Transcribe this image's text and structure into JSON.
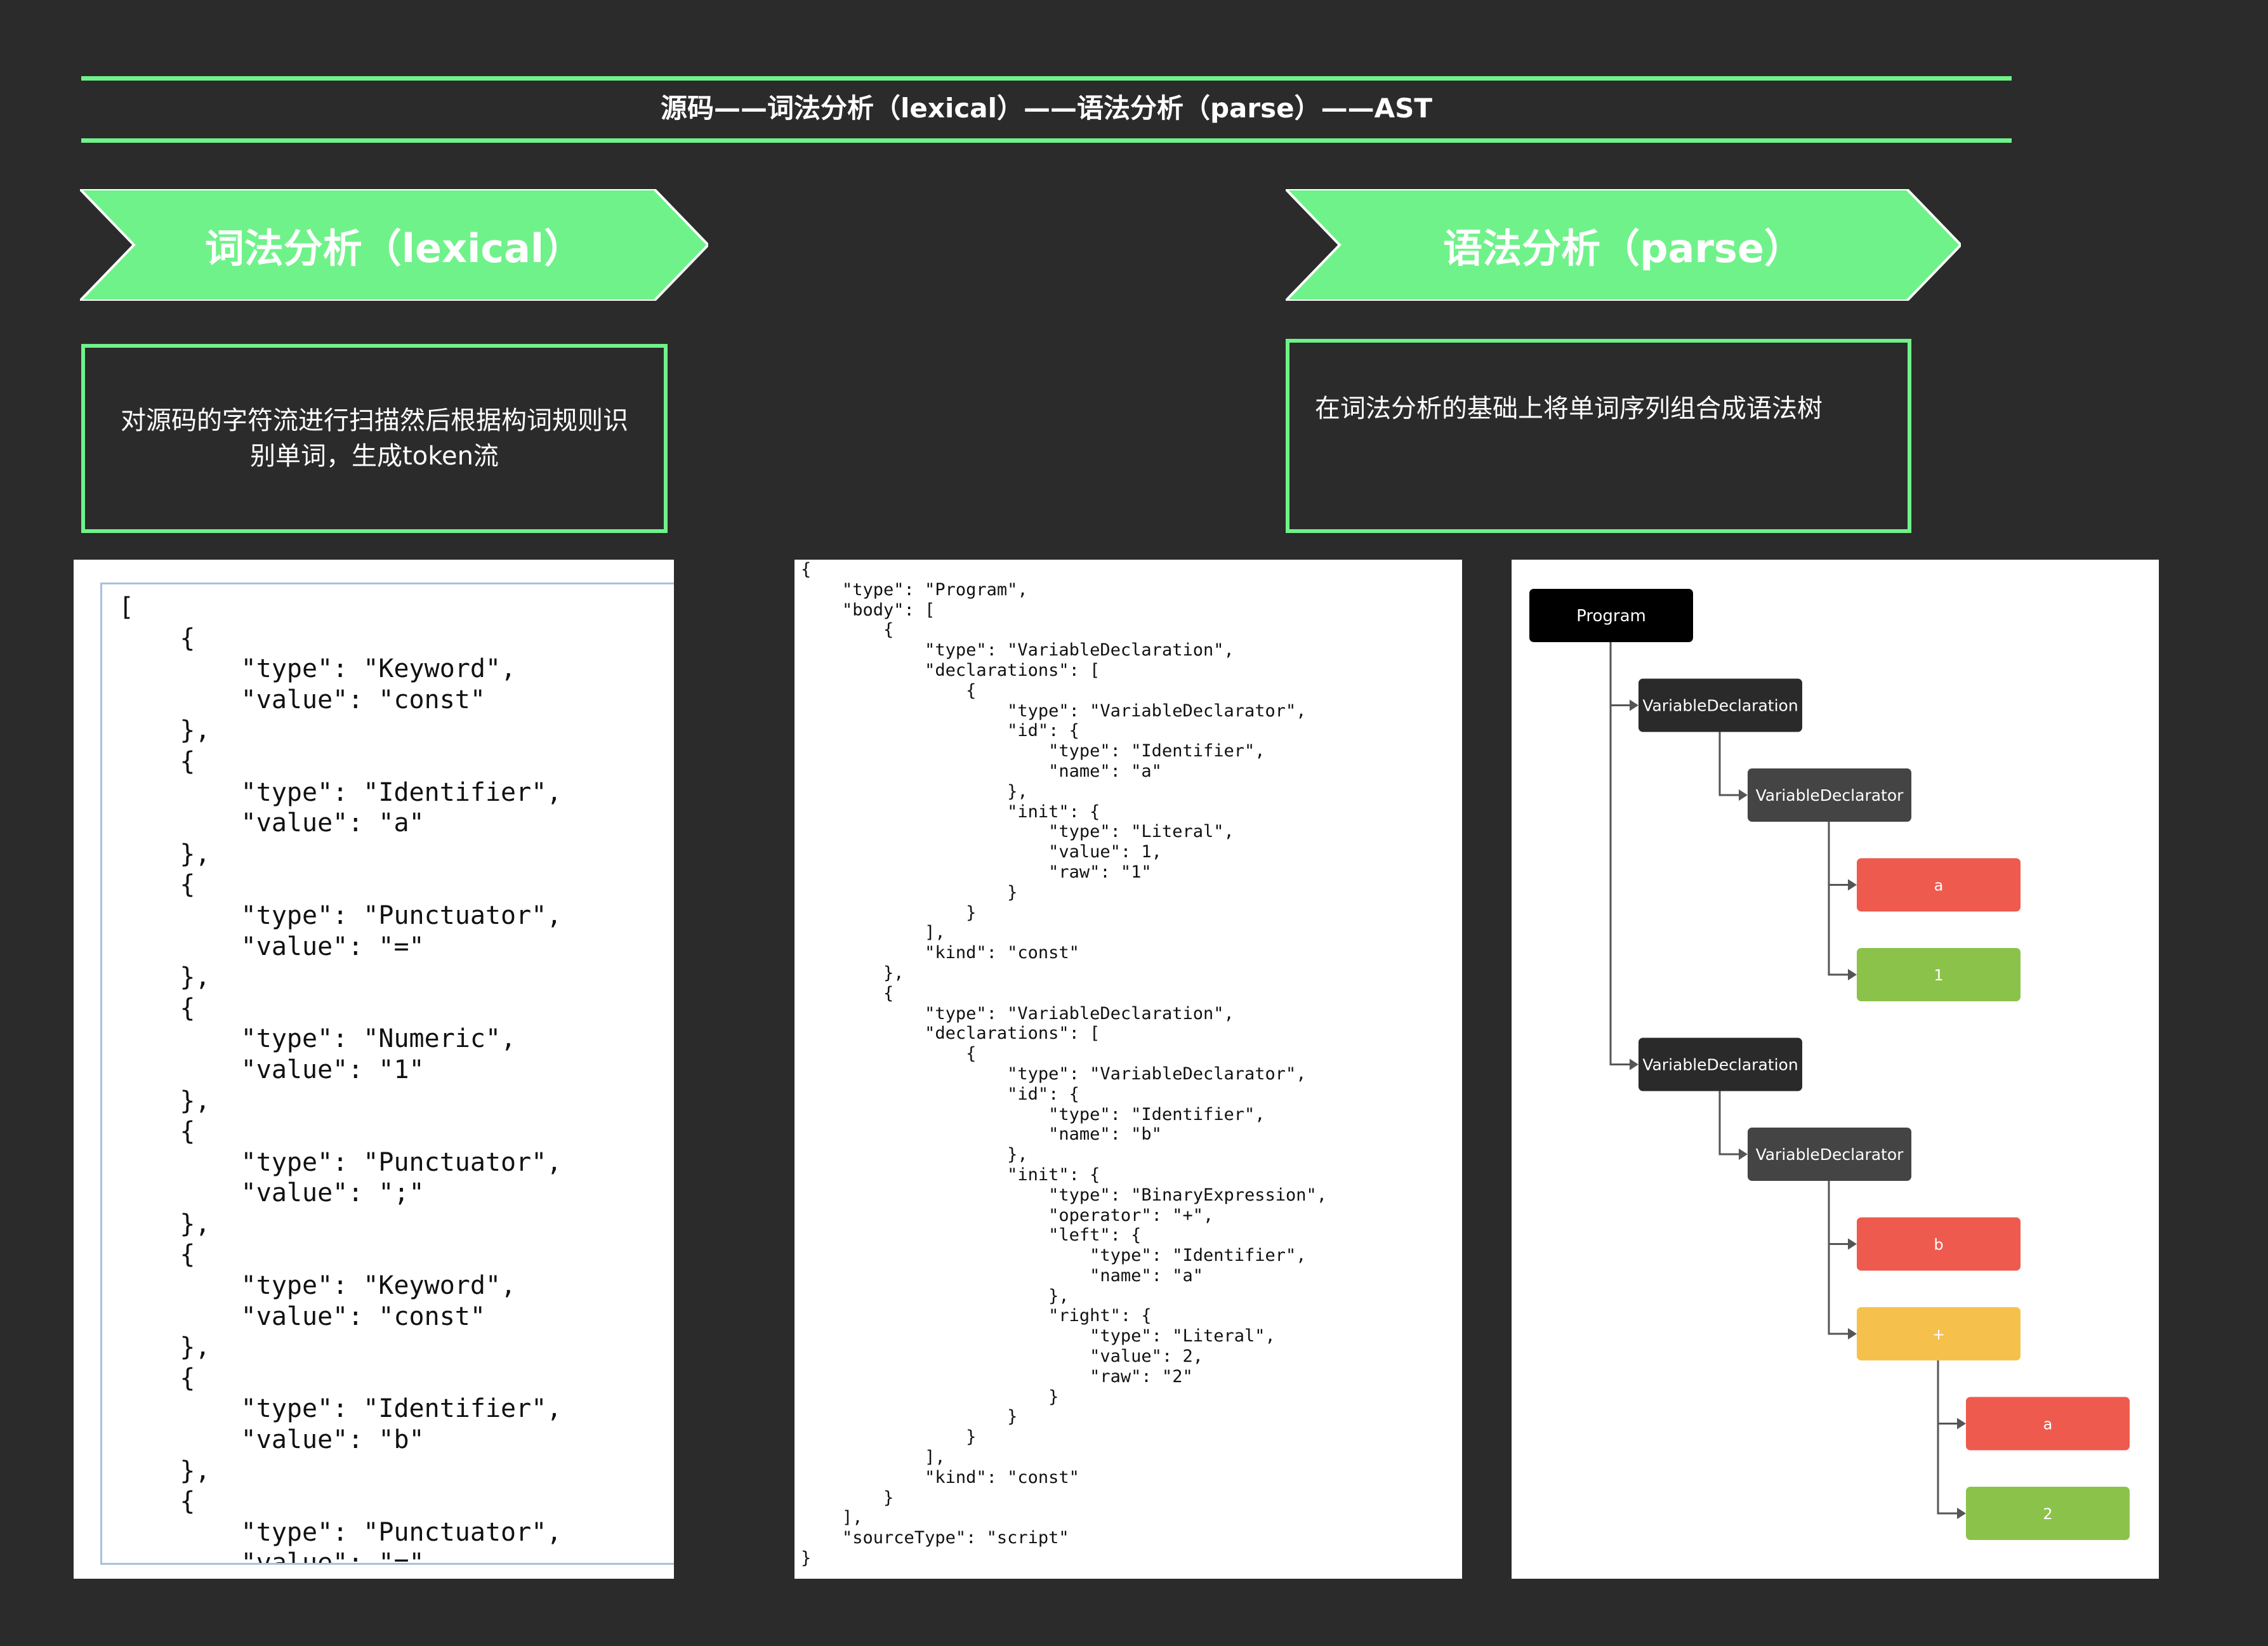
{
  "header": {
    "pipeline": "源码——词法分析（lexical）——语法分析（parse）——AST"
  },
  "lexical": {
    "title": "词法分析（lexical）",
    "description": "对源码的字符流进行扫描然后根据构词规则识别单词，生成token流",
    "tokens_code": "[\n    {\n        \"type\": \"Keyword\",\n        \"value\": \"const\"\n    },\n    {\n        \"type\": \"Identifier\",\n        \"value\": \"a\"\n    },\n    {\n        \"type\": \"Punctuator\",\n        \"value\": \"=\"\n    },\n    {\n        \"type\": \"Numeric\",\n        \"value\": \"1\"\n    },\n    {\n        \"type\": \"Punctuator\",\n        \"value\": \";\"\n    },\n    {\n        \"type\": \"Keyword\",\n        \"value\": \"const\"\n    },\n    {\n        \"type\": \"Identifier\",\n        \"value\": \"b\"\n    },\n    {\n        \"type\": \"Punctuator\",\n        \"value\": \"=\""
  },
  "parse": {
    "title": "语法分析（parse）",
    "description": "在词法分析的基础上将单词序列组合成语法树",
    "ast_code": "{\n    \"type\": \"Program\",\n    \"body\": [\n        {\n            \"type\": \"VariableDeclaration\",\n            \"declarations\": [\n                {\n                    \"type\": \"VariableDeclarator\",\n                    \"id\": {\n                        \"type\": \"Identifier\",\n                        \"name\": \"a\"\n                    },\n                    \"init\": {\n                        \"type\": \"Literal\",\n                        \"value\": 1,\n                        \"raw\": \"1\"\n                    }\n                }\n            ],\n            \"kind\": \"const\"\n        },\n        {\n            \"type\": \"VariableDeclaration\",\n            \"declarations\": [\n                {\n                    \"type\": \"VariableDeclarator\",\n                    \"id\": {\n                        \"type\": \"Identifier\",\n                        \"name\": \"b\"\n                    },\n                    \"init\": {\n                        \"type\": \"BinaryExpression\",\n                        \"operator\": \"+\",\n                        \"left\": {\n                            \"type\": \"Identifier\",\n                            \"name\": \"a\"\n                        },\n                        \"right\": {\n                            \"type\": \"Literal\",\n                            \"value\": 2,\n                            \"raw\": \"2\"\n                        }\n                    }\n                }\n            ],\n            \"kind\": \"const\"\n        }\n    ],\n    \"sourceType\": \"script\"\n}"
  },
  "tree": {
    "colors": {
      "program": "#000000",
      "declaration": "#2a2a2a",
      "declarator": "#444444",
      "identifier": "#ee5a4d",
      "literal": "#8bc34a",
      "operator": "#f5c14c",
      "connector": "#555555"
    },
    "nodes": [
      {
        "id": "program",
        "label": "Program",
        "kind": "program",
        "depth": 0,
        "row": 0,
        "parent": null
      },
      {
        "id": "decl1",
        "label": "VariableDeclaration",
        "kind": "declaration",
        "depth": 1,
        "row": 1,
        "parent": "program"
      },
      {
        "id": "dtor1",
        "label": "VariableDeclarator",
        "kind": "declarator",
        "depth": 2,
        "row": 2,
        "parent": "decl1"
      },
      {
        "id": "id_a",
        "label": "a",
        "kind": "identifier",
        "depth": 3,
        "row": 3,
        "parent": "dtor1"
      },
      {
        "id": "lit_1",
        "label": "1",
        "kind": "literal",
        "depth": 3,
        "row": 4,
        "parent": "dtor1"
      },
      {
        "id": "decl2",
        "label": "VariableDeclaration",
        "kind": "declaration",
        "depth": 1,
        "row": 5,
        "parent": "program"
      },
      {
        "id": "dtor2",
        "label": "VariableDeclarator",
        "kind": "declarator",
        "depth": 2,
        "row": 6,
        "parent": "decl2"
      },
      {
        "id": "id_b",
        "label": "b",
        "kind": "identifier",
        "depth": 3,
        "row": 7,
        "parent": "dtor2"
      },
      {
        "id": "op_plus",
        "label": "+",
        "kind": "operator",
        "depth": 3,
        "row": 8,
        "parent": "dtor2"
      },
      {
        "id": "id_a2",
        "label": "a",
        "kind": "identifier",
        "depth": 4,
        "row": 9,
        "parent": "op_plus"
      },
      {
        "id": "lit_2",
        "label": "2",
        "kind": "literal",
        "depth": 4,
        "row": 10,
        "parent": "op_plus"
      }
    ]
  }
}
